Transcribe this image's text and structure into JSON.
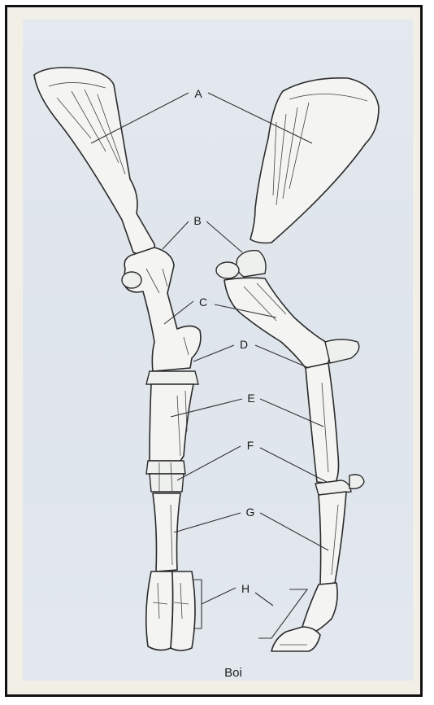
{
  "labels": [
    "A",
    "B",
    "C",
    "D",
    "E",
    "F",
    "G",
    "H"
  ],
  "caption": "Boi"
}
